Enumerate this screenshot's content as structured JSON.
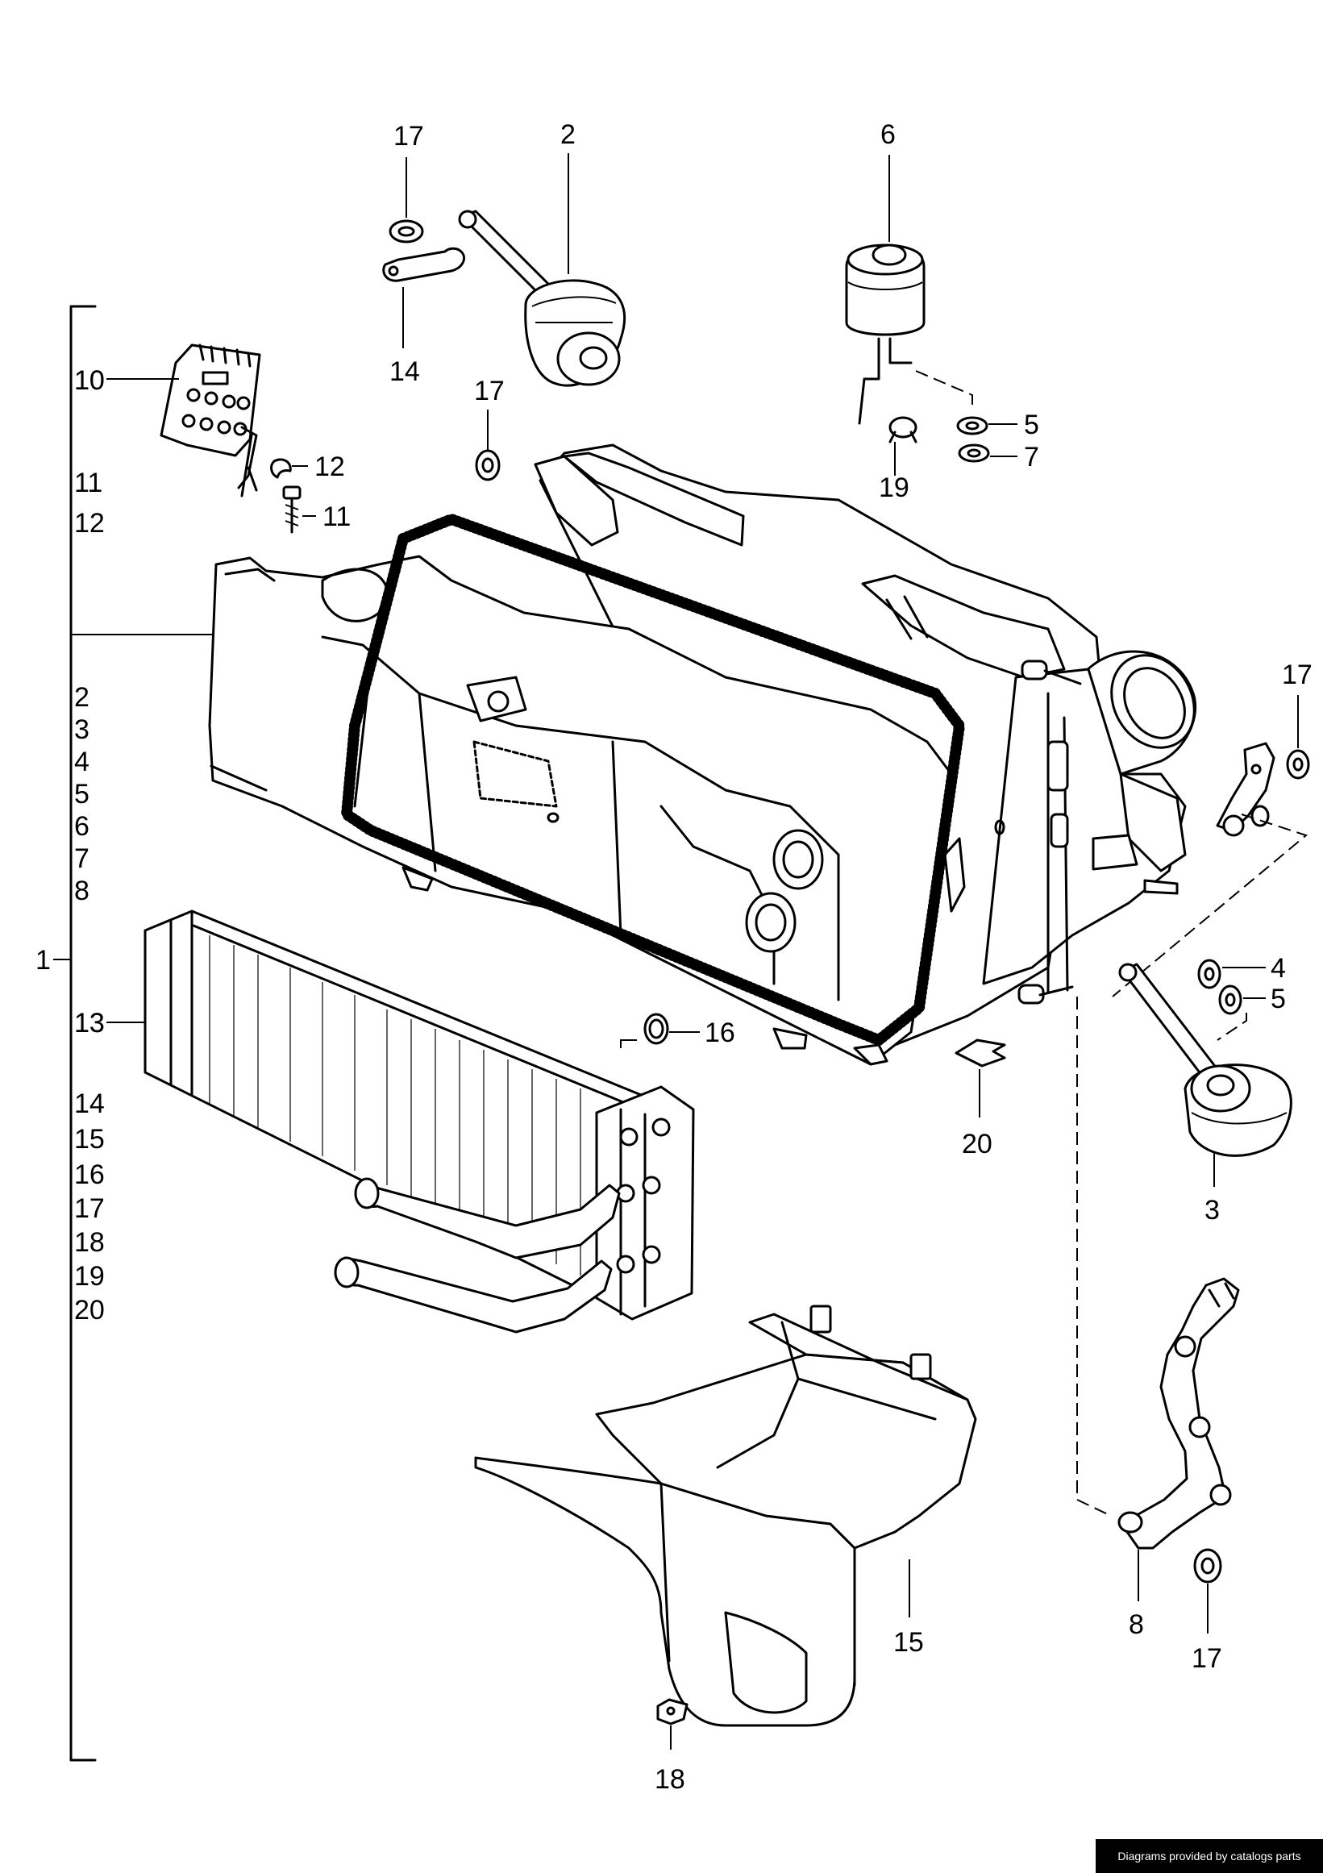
{
  "callouts": {
    "c1": "1",
    "c2": "2",
    "c3": "3",
    "c4": "4",
    "c5a": "5",
    "c5b": "5",
    "c6": "6",
    "c7": "7",
    "c8": "8",
    "c10": "10",
    "c11": "11",
    "c12": "12",
    "c13": "13",
    "c14": "14",
    "c15": "15",
    "c16": "16",
    "c17a": "17",
    "c17b": "17",
    "c17c": "17",
    "c17d": "17",
    "c18": "18",
    "c19": "19",
    "c20": "20"
  },
  "bracket_list": {
    "upper": [
      "10",
      "11",
      "12"
    ],
    "lower": [
      "2",
      "3",
      "4",
      "5",
      "6",
      "7",
      "8"
    ],
    "bottom": [
      "13",
      "14",
      "15",
      "16",
      "17",
      "18",
      "19",
      "20"
    ]
  },
  "credit": "Diagrams provided by catalogs parts"
}
